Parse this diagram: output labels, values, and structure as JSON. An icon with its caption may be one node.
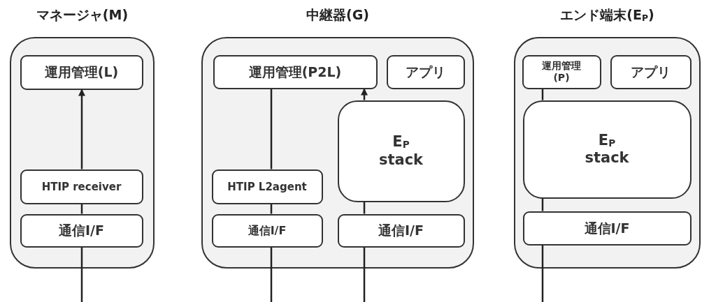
{
  "diagram": {
    "nodes": [
      {
        "text": [
          "マネージャ(M)"
        ]
      },
      {
        "text": [
          "運用管理(L)"
        ],
        "in": 0
      },
      {
        "text": [
          "HTIP receiver"
        ],
        "in": 0
      },
      {
        "text": [
          "通信I/F"
        ],
        "in": 0
      },
      {
        "text": [
          "中継器(G)"
        ]
      },
      {
        "text": [
          "運用管理(P2L)"
        ],
        "in": 4
      },
      {
        "text": [
          "アプリ"
        ],
        "in": 4
      },
      {
        "text": [
          "E$_{P}$ stack"
        ],
        "in": 4
      },
      {
        "text": [
          "HTIP L2agent"
        ],
        "in": 4
      },
      {
        "text": [
          "通信I/F"
        ],
        "in": 4
      },
      {
        "text": [
          "通信I/F"
        ],
        "in": 4
      },
      {
        "text": [
          "エンド端末(E$_{P}$)"
        ]
      },
      {
        "text": [
          "運用管理 (P)"
        ],
        "in": 11
      },
      {
        "text": [
          "アプリ"
        ],
        "in": 11
      },
      {
        "text": [
          "E$_{P}$ stack"
        ],
        "in": 11
      },
      {
        "text": [
          "通信I/F"
        ],
        "in": 11
      }
    ],
    "edges": [
      {
        "from": null,
        "to": 3,
        "arrow": "none"
      },
      {
        "from": 3,
        "to": 2,
        "arrow": "none"
      },
      {
        "from": 2,
        "to": 1,
        "arrow": "to"
      },
      {
        "from": null,
        "to": 9,
        "arrow": "none"
      },
      {
        "from": 9,
        "to": 8,
        "arrow": "none"
      },
      {
        "from": 8,
        "to": 5,
        "arrow": "none"
      },
      {
        "from": null,
        "to": 10,
        "arrow": "none"
      },
      {
        "from": 10,
        "to": 7,
        "arrow": "none"
      },
      {
        "from": 7,
        "to": 5,
        "arrow": "to"
      },
      {
        "from": null,
        "to": 15,
        "arrow": "none"
      },
      {
        "from": 15,
        "to": 14,
        "arrow": "none"
      },
      {
        "from": 14,
        "to": 12,
        "arrow": "none"
      }
    ]
  }
}
